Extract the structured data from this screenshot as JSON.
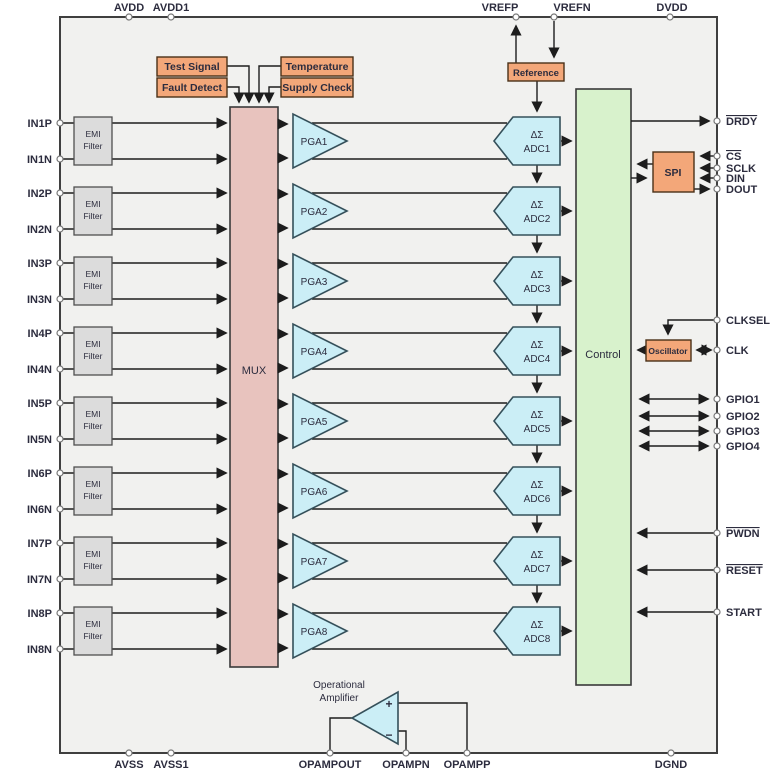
{
  "pins": {
    "top": {
      "avdd": "AVDD",
      "avdd1": "AVDD1",
      "vrefp": "VREFP",
      "vrefn": "VREFN",
      "dvdd": "DVDD"
    },
    "bottom": {
      "avss": "AVSS",
      "avss1": "AVSS1",
      "opampout": "OPAMPOUT",
      "opampn": "OPAMPN",
      "opampp": "OPAMPP",
      "dgnd": "DGND"
    },
    "right": {
      "drdy": "DRDY",
      "cs": "CS",
      "sclk": "SCLK",
      "din": "DIN",
      "dout": "DOUT",
      "clksel": "CLKSEL",
      "clk": "CLK",
      "gpio1": "GPIO1",
      "gpio2": "GPIO2",
      "gpio3": "GPIO3",
      "gpio4": "GPIO4",
      "pwdn": "PWDN",
      "reset": "RESET",
      "start": "START"
    }
  },
  "blocks": {
    "test_signal": "Test Signal",
    "fault_detect": "Fault Detect",
    "temperature": "Temperature",
    "supply_check": "Supply Check",
    "reference": "Reference",
    "spi": "SPI",
    "oscillator": "Oscillator",
    "mux": "MUX",
    "control": "Control",
    "emi_line1": "EMI",
    "emi_line2": "Filter",
    "adc_sigma": "ΔΣ",
    "opamp_label_line1": "Operational",
    "opamp_label_line2": "Amplifier",
    "opamp_plus": "+",
    "opamp_minus": "−"
  },
  "channels": [
    {
      "pin_p": "IN1P",
      "pin_n": "IN1N",
      "pga": "PGA1",
      "adc": "ADC1"
    },
    {
      "pin_p": "IN2P",
      "pin_n": "IN2N",
      "pga": "PGA2",
      "adc": "ADC2"
    },
    {
      "pin_p": "IN3P",
      "pin_n": "IN3N",
      "pga": "PGA3",
      "adc": "ADC3"
    },
    {
      "pin_p": "IN4P",
      "pin_n": "IN4N",
      "pga": "PGA4",
      "adc": "ADC4"
    },
    {
      "pin_p": "IN5P",
      "pin_n": "IN5N",
      "pga": "PGA5",
      "adc": "ADC5"
    },
    {
      "pin_p": "IN6P",
      "pin_n": "IN6N",
      "pga": "PGA6",
      "adc": "ADC6"
    },
    {
      "pin_p": "IN7P",
      "pin_n": "IN7N",
      "pga": "PGA7",
      "adc": "ADC7"
    },
    {
      "pin_p": "IN8P",
      "pin_n": "IN8N",
      "pga": "PGA8",
      "adc": "ADC8"
    }
  ],
  "colors": {
    "block_orange": "#f3a779",
    "mux_pink": "#e8c3be",
    "control_green": "#d8f2cc",
    "analog_cyan": "#cbeef6",
    "emi_gray": "#dcdcdc",
    "canvas_gray": "#f1f1ef",
    "wire": "#1d1d1d",
    "label": "#2c2c3e"
  }
}
